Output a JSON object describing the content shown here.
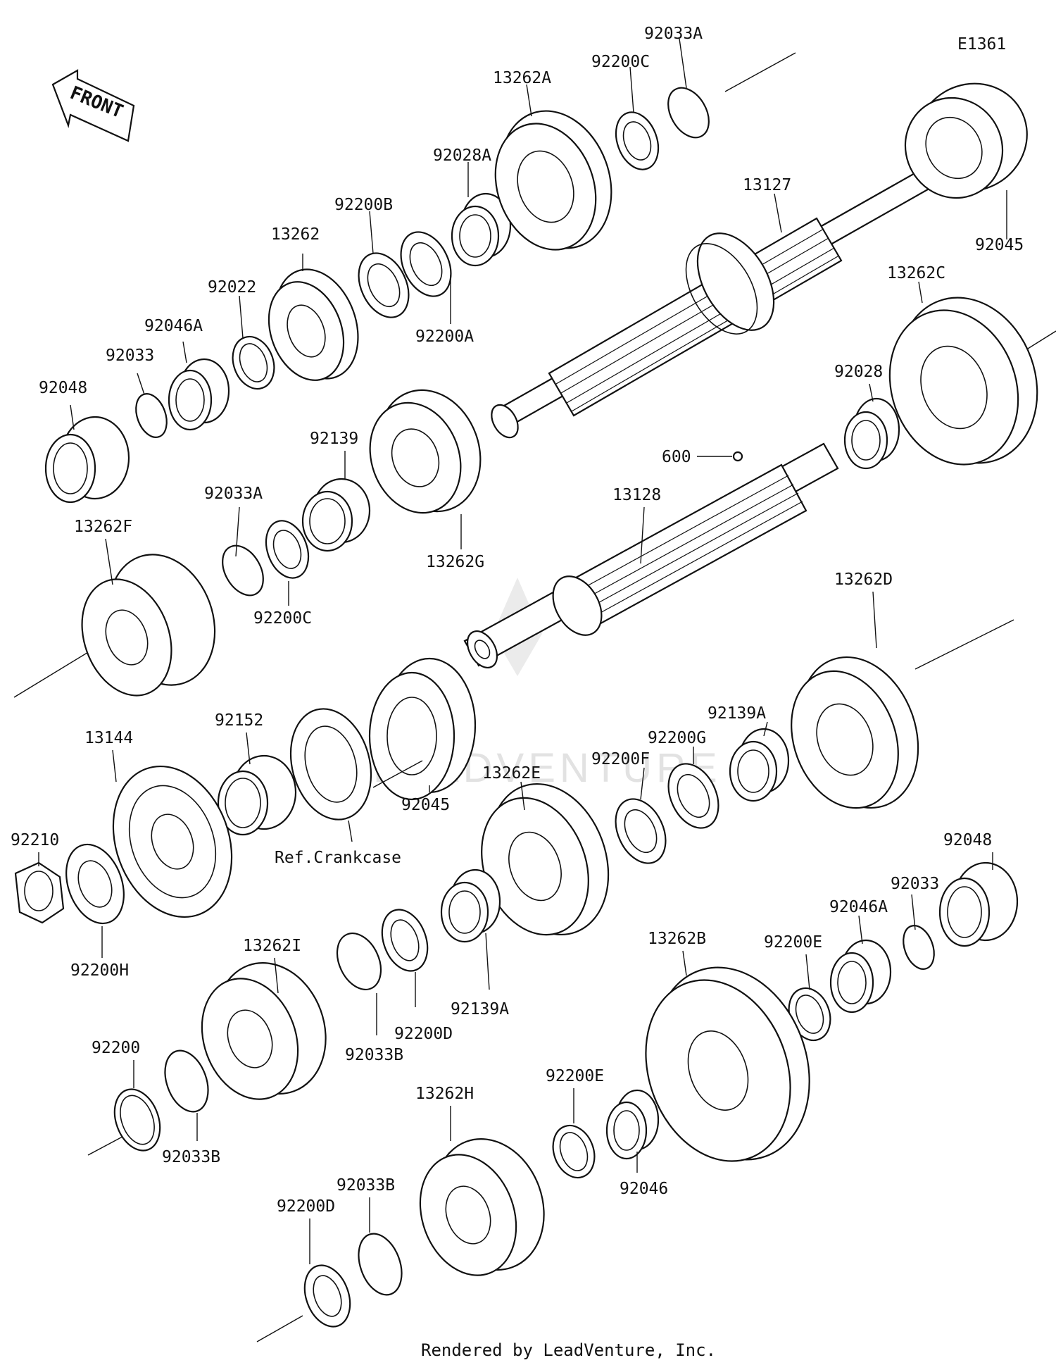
{
  "diagram_id": "E1361",
  "front_label": "FRONT",
  "watermark": "LEADVENTURE",
  "footer": "Rendered by LeadVenture, Inc.",
  "ref_note": "Ref.Crankcase",
  "labels": {
    "p92033A_top": "92033A",
    "p92200C_top": "92200C",
    "p13262A": "13262A",
    "p92028A": "92028A",
    "p92200B": "92200B",
    "p13262": "13262",
    "p92022": "92022",
    "p92046A_top": "92046A",
    "p92033_top": "92033",
    "p92048_top": "92048",
    "p92200A": "92200A",
    "p13127": "13127",
    "p92045_top": "92045",
    "p13262C": "13262C",
    "p92028": "92028",
    "p600": "600",
    "p92139": "92139",
    "p92033A_mid": "92033A",
    "p92200C_mid": "92200C",
    "p13262G": "13262G",
    "p13262F": "13262F",
    "p13128": "13128",
    "p13262D": "13262D",
    "p92139A_upper": "92139A",
    "p92200G": "92200G",
    "p92200F": "92200F",
    "p13262E": "13262E",
    "p92045_mid": "92045",
    "p92152": "92152",
    "p13144": "13144",
    "p92210": "92210",
    "p92200H": "92200H",
    "p92048_right": "92048",
    "p92033_right": "92033",
    "p92046A_right": "92046A",
    "p92200E_right": "92200E",
    "p13262B": "13262B",
    "p92139A_lower": "92139A",
    "p92200D_mid": "92200D",
    "p92033B_mid": "92033B",
    "p13262I": "13262I",
    "p92200": "92200",
    "p92033B_left": "92033B",
    "p92200E_lower": "92200E",
    "p92046": "92046",
    "p13262H": "13262H",
    "p92033B_low": "92033B",
    "p92200D_low": "92200D"
  }
}
